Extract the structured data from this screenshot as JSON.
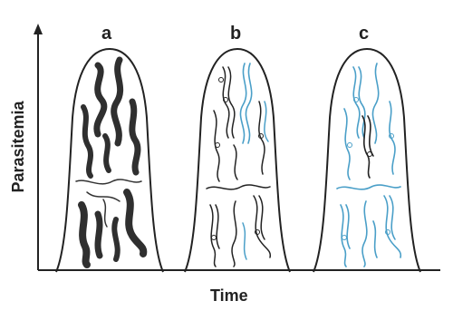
{
  "axes": {
    "y_label": "Parasitemia",
    "x_label": "Time"
  },
  "panels": [
    {
      "label": "a",
      "parasite_style": "dark-filled"
    },
    {
      "label": "b",
      "parasite_style": "mixed-outline-with-few-blue"
    },
    {
      "label": "c",
      "parasite_style": "mostly-blue-outline"
    }
  ],
  "colors": {
    "outline": "#222222",
    "dark_parasite": "#2f2f2f",
    "blue_parasite": "#4a9fc8"
  }
}
